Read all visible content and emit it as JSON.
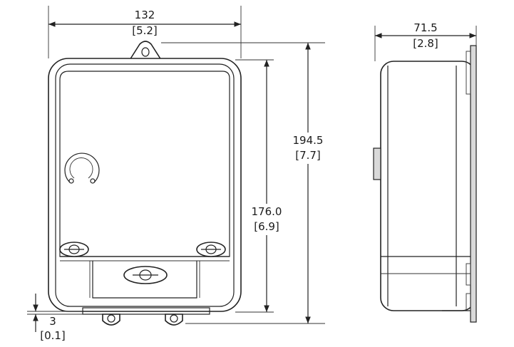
{
  "dimensions": {
    "width_mm": "132",
    "width_in": "[5.2]",
    "depth_mm": "71.5",
    "depth_in": "[2.8]",
    "total_height_mm": "194.5",
    "total_height_in": "[7.7]",
    "body_height_mm": "176.0",
    "body_height_in": "[6.9]",
    "offset_mm": "3",
    "offset_in": "[0.1]"
  }
}
